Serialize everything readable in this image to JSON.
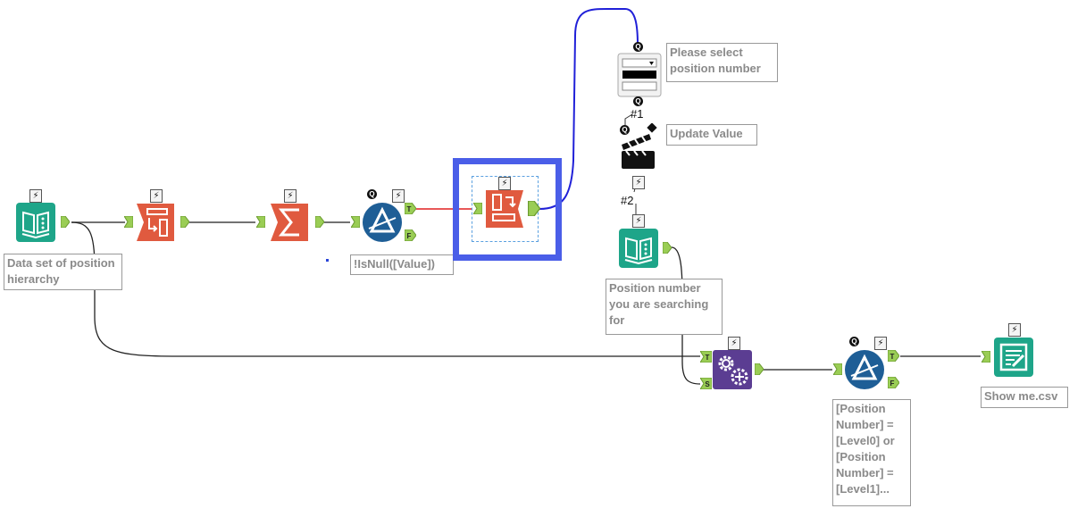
{
  "canvas": {
    "colors": {
      "wire": "#333333",
      "wire_red": "#e02020",
      "wire_blue": "#2020d8",
      "highlight": "#4a5ee8",
      "teal": "#1ea589",
      "orange": "#e05a3f",
      "blue": "#1e5e96",
      "purple": "#5b3d92",
      "anchor": "#9acd55"
    }
  },
  "tools": {
    "input1": {
      "icon": "input-data-icon",
      "annotation": "Data set of position hierarchy"
    },
    "crosstab": {
      "icon": "crosstab-icon"
    },
    "summarize": {
      "icon": "summarize-icon"
    },
    "filter1": {
      "icon": "filter-icon",
      "annotation": "!IsNull([Value])",
      "true_label": "T",
      "false_label": "F"
    },
    "transpose": {
      "icon": "transpose-icon"
    },
    "dropdown": {
      "icon": "dropdown-interface-icon",
      "annotation": "Please select position number"
    },
    "action": {
      "icon": "action-icon",
      "annotation": "Update Value",
      "conn1": "#1",
      "conn2": "#2"
    },
    "input2": {
      "icon": "input-data-icon",
      "annotation": "Position number you are searching for"
    },
    "macro": {
      "icon": "batch-macro-icon",
      "t_label": "T",
      "s_label": "S"
    },
    "filter2": {
      "icon": "filter-icon",
      "annotation": "[Position Number] = [Level0] or [Position Number] = [Level1]...",
      "true_label": "T",
      "false_label": "F"
    },
    "output": {
      "icon": "output-data-icon",
      "annotation": "Show me.csv"
    }
  },
  "glyphs": {
    "bolt": "⚡",
    "q": "Q"
  }
}
